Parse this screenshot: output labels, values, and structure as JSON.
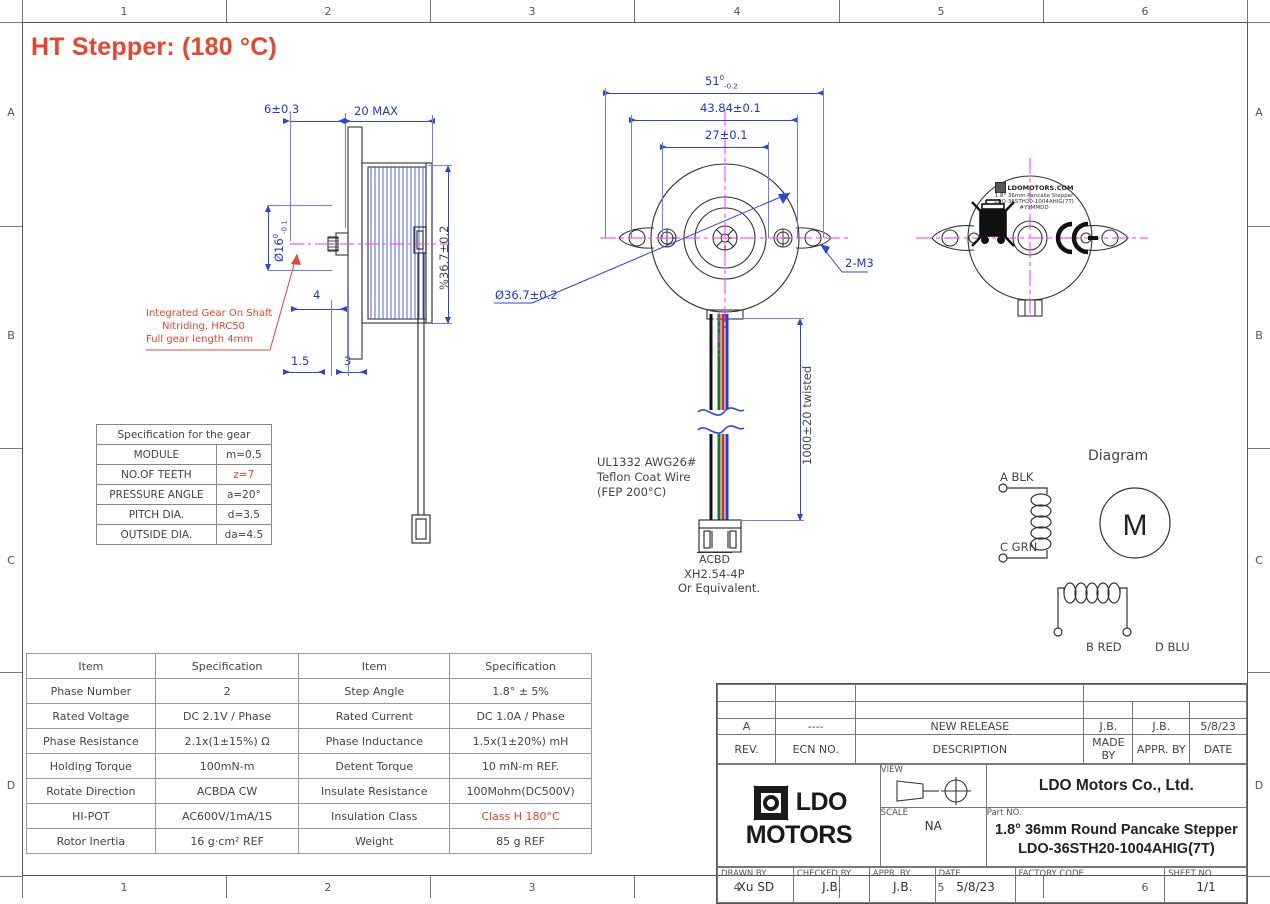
{
  "doc": {
    "title": "HT Stepper: (180 °C)",
    "accent_red": "#e8452c",
    "dim_blue": "#2a45e0",
    "center_magenta": "#ff00ff"
  },
  "frame": {
    "columns": [
      "1",
      "2",
      "3",
      "4",
      "5",
      "6"
    ],
    "rows": [
      "A",
      "B",
      "C",
      "D"
    ]
  },
  "side_view": {
    "dim_shaft_len": "6±0.3",
    "dim_body_len": "20 MAX",
    "dim_gear_dia": "Ø16",
    "dim_gear_dia_tol_up": "0",
    "dim_gear_dia_tol_lo": "-0.1",
    "dim_gear_len": "4",
    "dim_flange_gap": "1.5",
    "dim_flange_thk": "3",
    "dim_body_dia": "%36.7±0.2",
    "note_gear_1": "Integrated Gear On Shaft",
    "note_gear_2": "Nitriding, HRC50",
    "note_gear_3": "Full gear length 4mm"
  },
  "front_view": {
    "dim_overall_width": "51",
    "dim_overall_width_tol_up": "0",
    "dim_overall_width_tol_lo": "-0.2",
    "dim_mount_outer": "43.84±0.1",
    "dim_mount_inner": "27±0.1",
    "dim_body_dia": "Ø36.7±0.2",
    "callout_holes": "2-M3"
  },
  "wires": {
    "spec_line1": "UL1332 AWG26#",
    "spec_line2": "Teflon Coat Wire",
    "spec_line3": "(FEP 200°C)",
    "length_note": "1000±20 twisted",
    "connector_pins": "ACBD",
    "connector_type": "XH2.54-4P",
    "connector_alt": "Or Equivalent."
  },
  "rear_view": {
    "label_line1": "LDOMOTORS.COM",
    "label_line2": "1.8° 36mm Pancake Stepper",
    "label_line3": "LDO-36STH20-1004AHIG(7T)",
    "label_line4": "#YYMMDD",
    "ce_mark": "CE",
    "weee_icon": "crossed-out-wheelie-bin"
  },
  "diagram": {
    "title": "Diagram",
    "motor_symbol": "M",
    "lead_a": "A BLK",
    "lead_c": "C GRN",
    "lead_b": "B RED",
    "lead_d": "D BLU"
  },
  "gear_table": {
    "header": "Specification for the gear",
    "rows": [
      {
        "item": "MODULE",
        "value": "m=0.5",
        "red": false
      },
      {
        "item": "NO.OF TEETH",
        "value": "z=7",
        "red": true
      },
      {
        "item": "PRESSURE ANGLE",
        "value": "a=20°",
        "red": false
      },
      {
        "item": "PITCH DIA.",
        "value": "d=3.5",
        "red": false
      },
      {
        "item": "OUTSIDE DIA.",
        "value": "da=4.5",
        "red": false
      }
    ]
  },
  "spec_table": {
    "headers": [
      "Item",
      "Specification",
      "Item",
      "Specification"
    ],
    "rows": [
      {
        "item1": "Phase Number",
        "val1": "2",
        "item2": "Step Angle",
        "val2": "1.8° ± 5%",
        "red2": false
      },
      {
        "item1": "Rated Voltage",
        "val1": "DC 2.1V / Phase",
        "item2": "Rated Current",
        "val2": "DC 1.0A / Phase",
        "red2": false
      },
      {
        "item1": "Phase Resistance",
        "val1": "2.1x(1±15%) Ω",
        "item2": "Phase Inductance",
        "val2": "1.5x(1±20%) mH",
        "red2": false
      },
      {
        "item1": "Holding Torque",
        "val1": "100mN-m",
        "item2": "Detent Torque",
        "val2": "10 mN-m REF.",
        "red2": false
      },
      {
        "item1": "Rotate Direction",
        "val1": "ACBDA CW",
        "item2": "Insulate Resistance",
        "val2": "100Mohm(DC500V)",
        "red2": false
      },
      {
        "item1": "HI-POT",
        "val1": "AC600V/1mA/1S",
        "item2": "Insulation Class",
        "val2": "Class H 180°C",
        "red2": true
      },
      {
        "item1": "Rotor Inertia",
        "val1": "16 g·cm² REF",
        "item2": "Weight",
        "val2": "85 g REF",
        "red2": false
      }
    ]
  },
  "title_block": {
    "rev_headers": [
      "REV.",
      "ECN NO.",
      "DESCRIPTION",
      "MADE BY",
      "APPR. BY",
      "DATE"
    ],
    "rev_rows": [
      {
        "rev": "A",
        "ecn": "----",
        "desc": "NEW RELEASE",
        "made_by": "J.B.",
        "appr_by": "J.B.",
        "date": "5/8/23"
      }
    ],
    "logo_text_1": "LDO",
    "logo_text_2": "MOTORS",
    "view_caption": "VIEW",
    "scale_caption": "SCALE",
    "scale_value": "NA",
    "company": "LDO Motors Co., Ltd.",
    "part_no_caption": "Part NO.",
    "part_name_line1": "1.8° 36mm Round Pancake Stepper",
    "part_name_line2": "LDO-36STH20-1004AHIG(7T)",
    "drawn_by_caption": "DRAWN BY",
    "drawn_by": "Xu SD",
    "checked_by_caption": "CHECKED BY",
    "checked_by": "J.B.",
    "appr_by_caption": "APPR. BY",
    "appr_by": "J.B.",
    "date_caption": "DATE",
    "date": "5/8/23",
    "factory_code_caption": "FACTORY CODE",
    "factory_code": "",
    "sheet_no_caption": "SHEET NO.",
    "sheet_no": "1/1"
  }
}
